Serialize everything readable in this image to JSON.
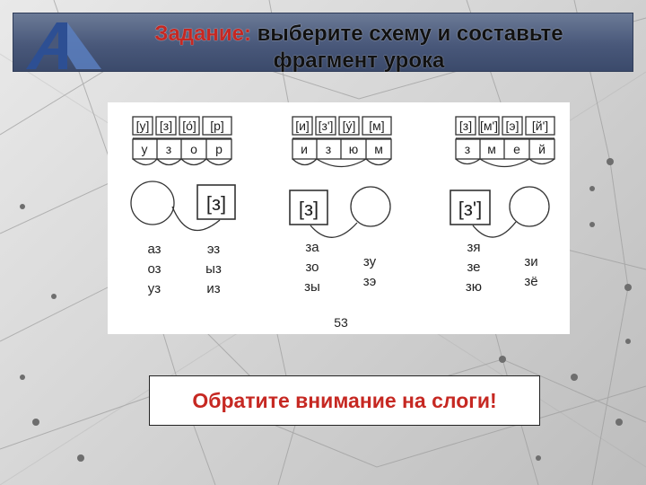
{
  "header": {
    "title_prefix": "Задание:",
    "title_rest": " выберите схему и составьте",
    "title_line2": "фрагмент урока"
  },
  "schemes": [
    {
      "sounds": [
        "[у]",
        "[з]",
        "[о́]",
        "[р]"
      ],
      "letters": [
        "у",
        "з",
        "о",
        "р"
      ],
      "box_label": "[з]",
      "syllables_left": [
        "аз",
        "оз",
        "уз"
      ],
      "syllables_right": [
        "эз",
        "ыз",
        "из"
      ]
    },
    {
      "sounds": [
        "[и]",
        "[з']",
        "[у́]",
        "[м]"
      ],
      "letters": [
        "и",
        "з",
        "ю",
        "м"
      ],
      "box_label": "[з]",
      "syllables_left": [
        "за",
        "зо",
        "зы"
      ],
      "syllables_right": [
        "зу",
        "зэ"
      ]
    },
    {
      "sounds": [
        "[з]",
        "[м']",
        "[э]",
        "[й']"
      ],
      "letters": [
        "з",
        "м",
        "е",
        "й"
      ],
      "box_label": "[з']",
      "syllables_left": [
        "зя",
        "зе",
        "зю"
      ],
      "syllables_right": [
        "зи",
        "зё"
      ]
    }
  ],
  "page_number": "53",
  "notice": "Обратите внимание на слоги!",
  "colors": {
    "accent": "#c62822",
    "header": "#49587a"
  }
}
